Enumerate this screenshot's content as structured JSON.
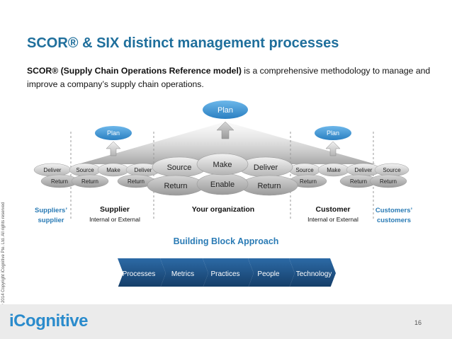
{
  "title": "SCOR® & SIX distinct management processes",
  "intro": {
    "bold": "SCOR® (Supply Chain Operations Reference model)",
    "rest": " is a comprehensive methodology to manage and improve a company’s supply chain operations."
  },
  "copyright": "© 2014 Copyright iCognitive Pte. Ltd. All rights reserved",
  "plan_top": "Plan",
  "plan_left": "Plan",
  "plan_right": "Plan",
  "center": {
    "source": "Source",
    "make": "Make",
    "deliver": "Deliver",
    "return_left": "Return",
    "enable": "Enable",
    "return_right": "Return"
  },
  "suppliers_supplier": {
    "deliver": "Deliver",
    "return": "Return"
  },
  "supplier_small": {
    "source": "Source",
    "make": "Make",
    "deliver": "Deliver",
    "return_a": "Return",
    "return_b": "Return"
  },
  "customer_small": {
    "source": "Source",
    "make": "Make",
    "deliver": "Deliver",
    "return_a": "Return",
    "return_b": "Return"
  },
  "customers_customer": {
    "source": "Source",
    "return": "Return"
  },
  "labels": {
    "suppliers_supplier_1": "Suppliers’",
    "suppliers_supplier_2": "supplier",
    "supplier": "Supplier",
    "supplier_sub": "Internal or External",
    "your_org": "Your organization",
    "customer": "Customer",
    "customer_sub": "Internal or External",
    "customers_customer_1": "Customers’",
    "customers_customer_2": "customers"
  },
  "building_block_title": "Building Block Approach",
  "blocks": [
    "Processes",
    "Metrics",
    "Practices",
    "People",
    "Technology"
  ],
  "logo": "iCognitive",
  "page_number": "16",
  "colors": {
    "title": "#1f6f9c",
    "plan": "#3a95d4",
    "chevron": "#1b4f82",
    "accent_blue": "#2a7bb5"
  }
}
